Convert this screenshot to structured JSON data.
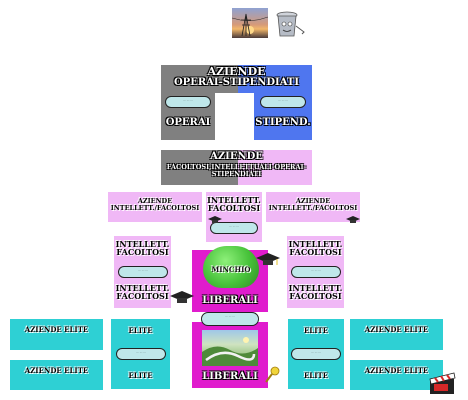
{
  "top_group": {
    "title": "AZIENDE",
    "subtitle": "OPERAI-STIPENDIATI",
    "left_label": "OPERAI",
    "right_label": "STIPEND."
  },
  "second_group": {
    "title": "AZIENDE",
    "subtitle": "FACOLTOSI,INTELLETTUALI-OPERAI-STIPENDIATI"
  },
  "third_row": {
    "left": "AZIENDE INTELLETT./FACOLTOSI",
    "center": "INTELLETT. FACOLTOSI",
    "right": "AZIENDE INTELLETT./FACOLTOSI"
  },
  "middle_columns": {
    "left_top": "INTELLETT. FACOLTOSI",
    "left_bottom": "INTELLETT. FACOLTOSI",
    "right_top": "INTELLETT. FACOLTOSI",
    "right_bottom": "INTELLETT. FACOLTOSI"
  },
  "center_column": {
    "green_label": "MINCHIO",
    "upper_label": "LIBERALI",
    "lower_label": "LIBERALI"
  },
  "bottom_row": {
    "far_left_top": "AZIENDE ELITE",
    "far_left_bottom": "AZIENDE ELITE",
    "left_top": "ELITE",
    "left_bottom": "ELITE",
    "right_top": "ELITE",
    "right_bottom": "ELITE",
    "far_right_top": "AZIENDE ELITE",
    "far_right_bottom": "AZIENDE ELITE"
  },
  "colors": {
    "gray": "#808080",
    "blue": "#4f76ef",
    "pink": "#f0b8f6",
    "teal": "#2ed0d4",
    "magenta": "#e01ccd",
    "green": "#47c23a",
    "pill": "#bfe7ea"
  },
  "icons": [
    "power-lines-sunset-icon",
    "trash-bin-robot-icon",
    "graduation-cap-icon",
    "rattle-icon",
    "film-clapper-icon",
    "landscape-photo-icon"
  ]
}
